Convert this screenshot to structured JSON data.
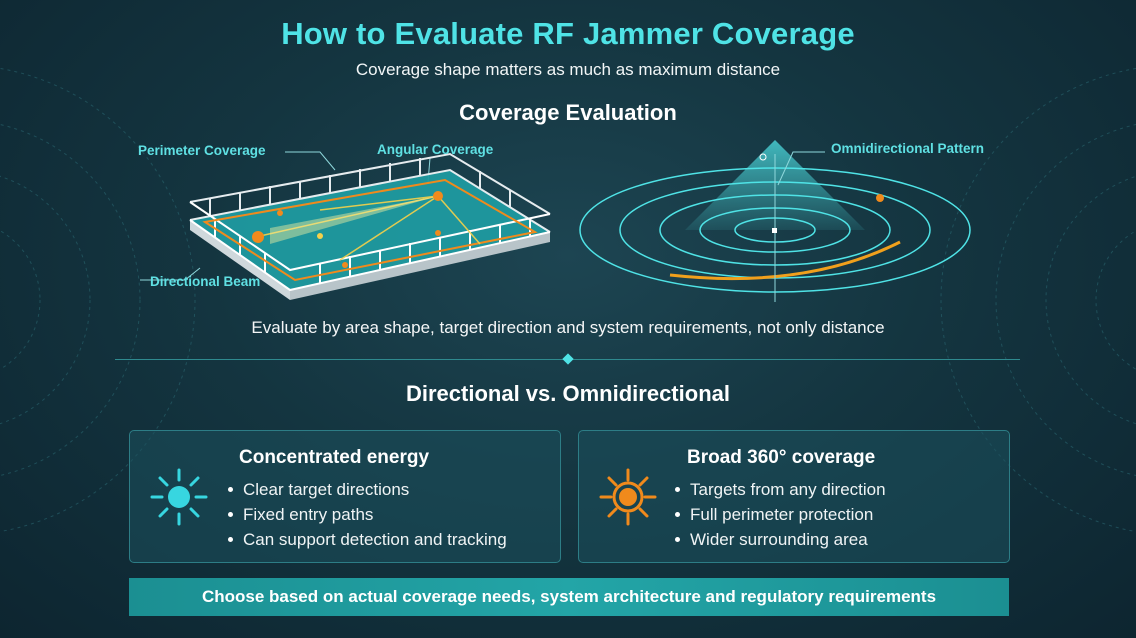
{
  "header": {
    "title": "How to Evaluate RF Jammer Coverage",
    "subtitle": "Coverage shape matters as much as maximum distance"
  },
  "coverage_section": {
    "title": "Coverage Evaluation",
    "callouts": {
      "perimeter": "Perimeter Coverage",
      "angular": "Angular Coverage",
      "directional_beam": "Directional Beam",
      "omni_pattern": "Omnidirectional Pattern"
    },
    "evaluation_text": "Evaluate by area shape, target direction and system requirements, not only distance"
  },
  "comparison_section": {
    "title": "Directional vs. Omnidirectional",
    "cards": [
      {
        "title": "Concentrated energy",
        "icon": "sun-icon",
        "color": "#37d6e0",
        "items": [
          "Clear target directions",
          "Fixed entry paths",
          "Can support detection and tracking"
        ]
      },
      {
        "title": "Broad 360° coverage",
        "icon": "sun-icon",
        "color": "#f08a1c",
        "items": [
          "Targets from any direction",
          "Full perimeter protection",
          "Wider surrounding area"
        ]
      }
    ]
  },
  "footer": {
    "text": "Choose based on actual coverage needs, system architecture and regulatory requirements"
  },
  "colors": {
    "accent": "#4fe3e6",
    "orange": "#f08a1c",
    "background": "#143540"
  }
}
